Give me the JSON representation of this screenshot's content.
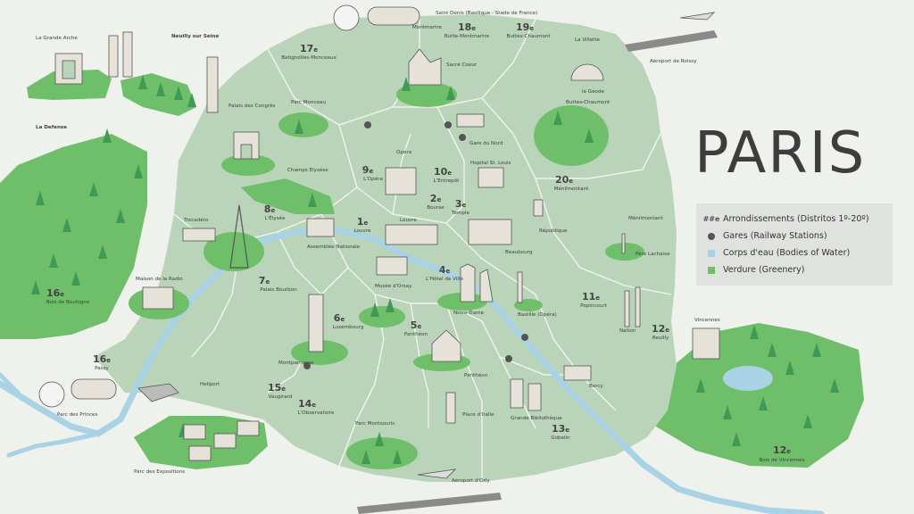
{
  "map": {
    "title": "PARIS",
    "colors": {
      "background": "#eef1ec",
      "city": "#b9d4b8",
      "greenery": "#6fbf6a",
      "water": "#a9d3e4",
      "tree": "#3f9a55",
      "station": "#555555"
    },
    "arrondissements": [
      {
        "n": "1",
        "label": "Louvre"
      },
      {
        "n": "2",
        "label": "Bourse"
      },
      {
        "n": "3",
        "label": "Temple"
      },
      {
        "n": "4",
        "label": "L'Hôtel de Ville"
      },
      {
        "n": "5",
        "label": "Panthéon"
      },
      {
        "n": "6",
        "label": "Luxembourg"
      },
      {
        "n": "7",
        "label": "Palais Bourbon"
      },
      {
        "n": "8",
        "label": "L'Élysée"
      },
      {
        "n": "9",
        "label": "L'Opéra"
      },
      {
        "n": "10",
        "label": "L'Entrepôt"
      },
      {
        "n": "11",
        "label": "Popincourt"
      },
      {
        "n": "12",
        "label": "Reuilly"
      },
      {
        "n": "13",
        "label": "Gobelin"
      },
      {
        "n": "14",
        "label": "L'Observatoire"
      },
      {
        "n": "15",
        "label": "Vaugirard"
      },
      {
        "n": "16",
        "label": "Passy"
      },
      {
        "n": "17",
        "label": "Batignolles-Monceaux"
      },
      {
        "n": "18",
        "label": "Butte-Montmartre"
      },
      {
        "n": "19",
        "label": "Buttes-Chaumont"
      },
      {
        "n": "20",
        "label": "Ménilmontant"
      }
    ],
    "outside": [
      {
        "n": "16",
        "label": "Bois de Boulogne"
      },
      {
        "n": "12",
        "label": "Bois de Vincennes"
      }
    ],
    "places": {
      "saint_denis": "Saint Denis (Basilique - Stade de France)",
      "la_grande_arche": "La Grande Arche",
      "neuilly": "Neuilly sur Seine",
      "la_defense": "La Defense",
      "montmartre": "Montmartre",
      "la_villette": "La Villette",
      "aeroport_roissy": "Aéroport de Roissy",
      "la_geode": "la Géode",
      "sacre_coeur": "Sacré Coeur",
      "palais_congres": "Palais des Congrès",
      "parc_monceau": "Parc Monceau",
      "gare_nord": "Gare du Nord",
      "hopital": "Hopital St. Louis",
      "buttes_chaumont": "Buttes-Chaumont",
      "opera": "Opéra",
      "champs": "Champs Elysées",
      "trocadero": "Trocadéro",
      "assemblee": "Assemblée Nationale",
      "louvre_museum": "Louvre",
      "republique": "République",
      "menilmontant": "Ménilmontant",
      "pere_lachaise": "Père Lachaise",
      "beaubourg": "Beaubourg",
      "maison_radio": "Maison de la Radio",
      "musee_orsay": "Musée d'Orsay",
      "notre_dame": "Notre-Dame",
      "bastille": "Bastille (Opéra)",
      "nation": "Nation",
      "vincennes": "Vincennes",
      "montparnasse": "Montparnasse",
      "heliport": "Heliport",
      "pantheon": "Panthéon",
      "bercy": "Bercy",
      "parc_princes": "Parc des Princes",
      "place_italie": "Place d'Italie",
      "grande_bibliotheque": "Grande Bibliothèque",
      "parc_montsouris": "Parc Montsouris",
      "parc_expositions": "Parc des Expositions",
      "aeroport_orly": "Aéroport d'Orly"
    },
    "legend": [
      {
        "key": "##e",
        "label": "Arrondissements (Distritos 1º-20º)"
      },
      {
        "key": "dot",
        "label": "Gares (Railway Stations)",
        "color": "#555555"
      },
      {
        "key": "square",
        "label": "Corps d'eau (Bodies of Water)",
        "color": "#a9d3e4"
      },
      {
        "key": "square",
        "label": "Verdure (Greenery)",
        "color": "#6fbf6a"
      }
    ]
  }
}
